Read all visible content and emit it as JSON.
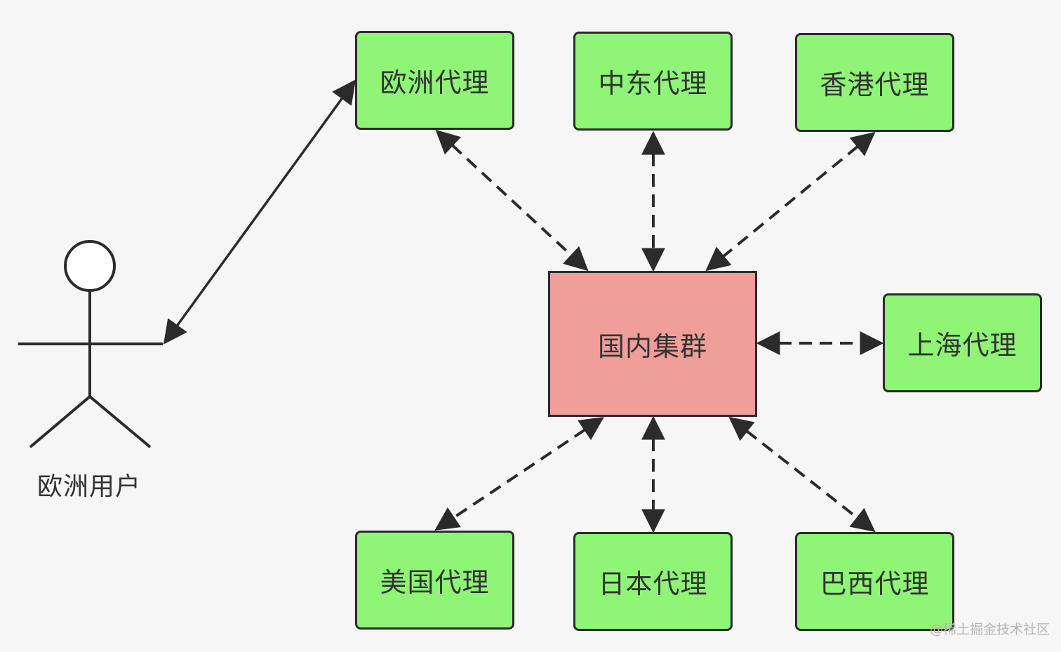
{
  "diagram": {
    "center_node": {
      "label": "国内集群"
    },
    "proxy_nodes": [
      {
        "id": "eu",
        "label": "欧洲代理"
      },
      {
        "id": "me",
        "label": "中东代理"
      },
      {
        "id": "hk",
        "label": "香港代理"
      },
      {
        "id": "sh",
        "label": "上海代理"
      },
      {
        "id": "us",
        "label": "美国代理"
      },
      {
        "id": "jp",
        "label": "日本代理"
      },
      {
        "id": "br",
        "label": "巴西代理"
      }
    ],
    "user": {
      "label": "欧洲用户",
      "icon": "stick-figure-actor-icon"
    },
    "edges": [
      {
        "from": "user",
        "to": "eu",
        "style": "solid",
        "direction": "bidirectional"
      },
      {
        "from": "eu",
        "to": "center",
        "style": "dashed",
        "direction": "bidirectional"
      },
      {
        "from": "me",
        "to": "center",
        "style": "dashed",
        "direction": "bidirectional"
      },
      {
        "from": "hk",
        "to": "center",
        "style": "dashed",
        "direction": "bidirectional"
      },
      {
        "from": "sh",
        "to": "center",
        "style": "dashed",
        "direction": "bidirectional"
      },
      {
        "from": "us",
        "to": "center",
        "style": "dashed",
        "direction": "bidirectional"
      },
      {
        "from": "jp",
        "to": "center",
        "style": "dashed",
        "direction": "bidirectional"
      },
      {
        "from": "br",
        "to": "center",
        "style": "dashed",
        "direction": "bidirectional"
      }
    ],
    "colors": {
      "proxy_fill": "#8ef576",
      "center_fill": "#ef9e99",
      "stroke": "#2b2b2b",
      "background": "#f6f6f6"
    }
  },
  "watermark": {
    "text": "@稀土掘金技术社区"
  }
}
